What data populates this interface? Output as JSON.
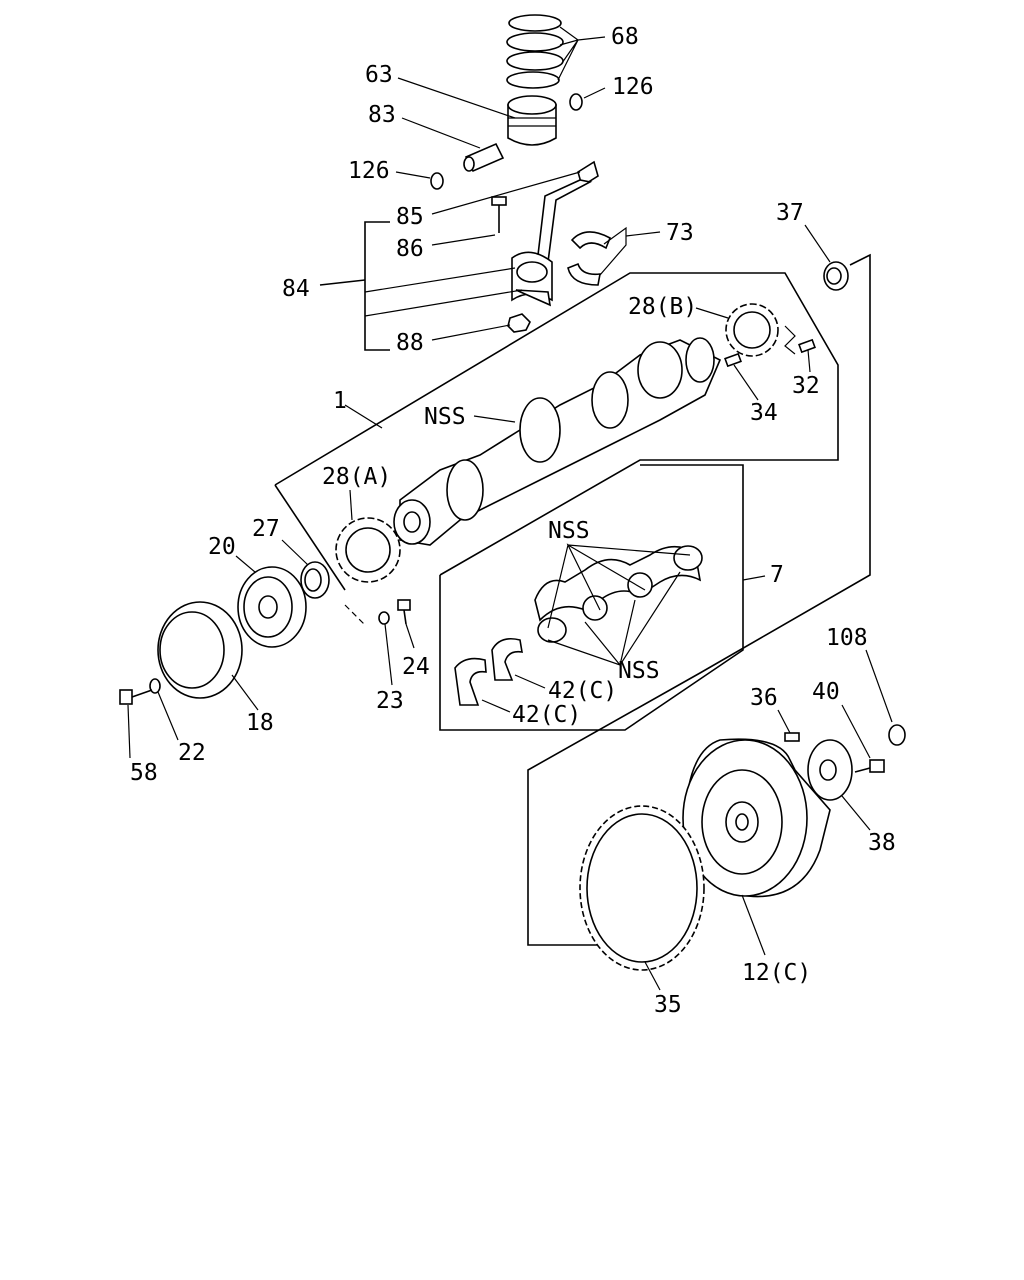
{
  "labels": {
    "l68": "68",
    "l63": "63",
    "l126a": "126",
    "l83": "83",
    "l126b": "126",
    "l85": "85",
    "l86": "86",
    "l84": "84",
    "l88": "88",
    "l73": "73",
    "l37": "37",
    "l28b": "28(B)",
    "l32": "32",
    "l34": "34",
    "l1": "1",
    "lnss1": "NSS",
    "l28a": "28(A)",
    "l27": "27",
    "l20": "20",
    "lnss2": "NSS",
    "l7": "7",
    "lnss3": "NSS",
    "l42c1": "42(C)",
    "l42c2": "42(C)",
    "l24": "24",
    "l23": "23",
    "l18": "18",
    "l22": "22",
    "l58": "58",
    "l108": "108",
    "l36": "36",
    "l40": "40",
    "l38": "38",
    "l12c": "12(C)",
    "l35": "35"
  },
  "colors": {
    "line": "#000000",
    "background": "#ffffff"
  }
}
